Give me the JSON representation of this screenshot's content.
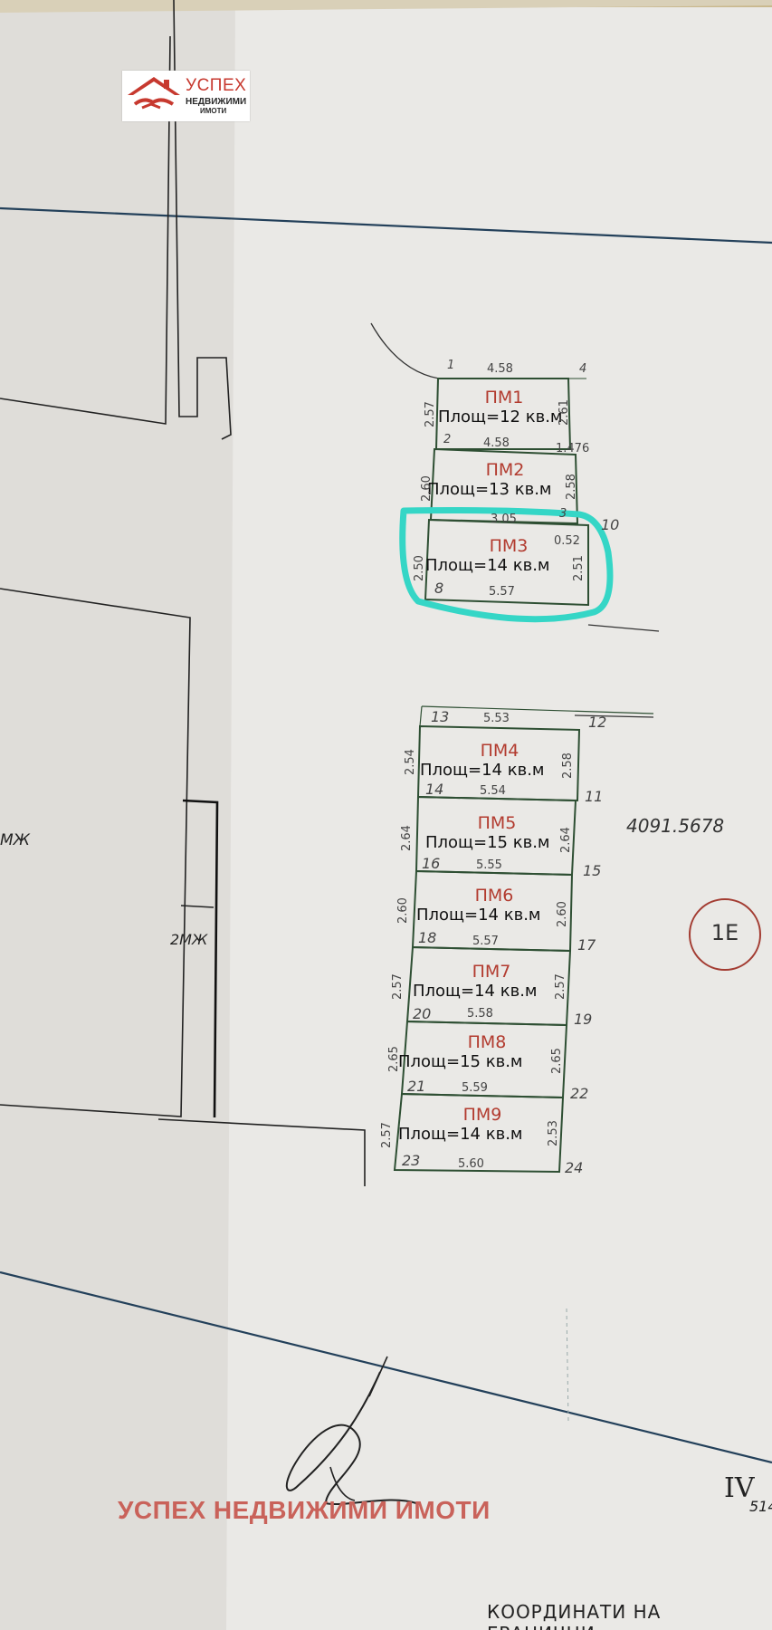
{
  "logo": {
    "line1": "УСПЕХ",
    "line2": "НЕДВИЖИМИ",
    "line3": "ИМОТИ"
  },
  "colors": {
    "paper": "#e9e9e6",
    "paper_shadow": "#d8d7d3",
    "lines": "#1e3a52",
    "cell_border": "#2e4f33",
    "pm_label": "#b23b2f",
    "highlight": "#35d6c6",
    "watermark": "#c9625a",
    "zone_circle": "#a33c32"
  },
  "parking_spots": [
    {
      "label": "ПМ1",
      "area": "Площ=12  кв.м",
      "left": "2.57",
      "right": "2.61"
    },
    {
      "label": "ПМ2",
      "area": "Площ=13  кв.м",
      "left": "2.60",
      "right": "2.58"
    },
    {
      "label": "ПМ3",
      "area": "Площ=14  кв.м",
      "left": "2.50",
      "right": "2.51",
      "highlighted": true
    },
    {
      "label": "ПМ4",
      "area": "Площ=14  кв.м",
      "left": "2.54",
      "right": "2.58"
    },
    {
      "label": "ПМ5",
      "area": "Площ=15  кв.м",
      "left": "2.64",
      "right": "2.64"
    },
    {
      "label": "ПМ6",
      "area": "Площ=14  кв.м",
      "left": "2.60",
      "right": "2.60"
    },
    {
      "label": "ПМ7",
      "area": "Площ=14  кв.м",
      "left": "2.57",
      "right": "2.57"
    },
    {
      "label": "ПМ8",
      "area": "Площ=15  кв.м",
      "left": "2.65",
      "right": "2.65"
    },
    {
      "label": "ПМ9",
      "area": "Площ=14  кв.м",
      "left": "2.57",
      "right": "2.53"
    }
  ],
  "dimensions": {
    "d_4_58_top": "4.58",
    "d_4_58_mid": "4.58",
    "d_3_05": "3.05",
    "d_0_52": "0.52",
    "d_5_57a": "5.57",
    "d_5_53": "5.53",
    "d_5_54": "5.54",
    "d_5_55": "5.55",
    "d_5_57b": "5.57",
    "d_5_58": "5.58",
    "d_5_59": "5.59",
    "d_5_60": "5.60",
    "d_1_76": "1.476"
  },
  "points": {
    "p1": "1",
    "p4": "4",
    "p2": "2",
    "p3": "3",
    "p10": "10",
    "p8": "8",
    "p13": "13",
    "p12": "12",
    "p14": "14",
    "p11": "11",
    "p16": "16",
    "p15": "15",
    "p18": "18",
    "p17": "17",
    "p20": "20",
    "p19": "19",
    "p21": "21",
    "p22": "22",
    "p23": "23",
    "p24": "24"
  },
  "plot_number": "4091.5678",
  "zone_label": "1Е",
  "left_labels": {
    "mzh": "МЖ",
    "two_mzh": "2МЖ"
  },
  "roman": {
    "numeral": "IV",
    "sub": "514"
  },
  "watermark": "УСПЕХ НЕДВИЖИМИ ИМОТИ",
  "coordinates_header": "КООРДИНАТИ НА ГРАНИЧНИ"
}
